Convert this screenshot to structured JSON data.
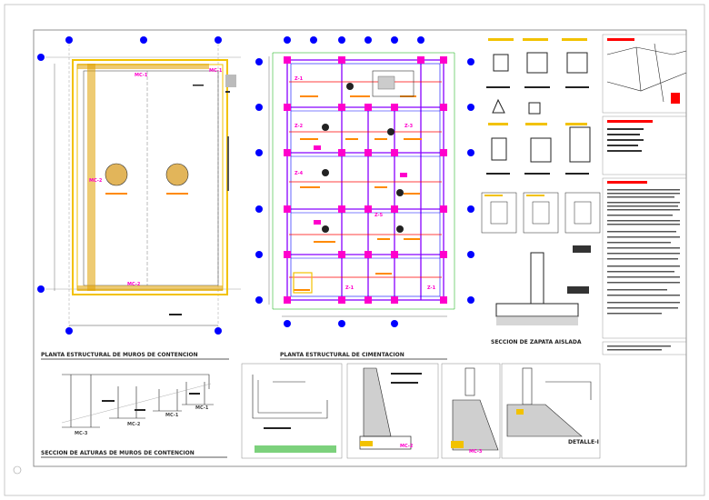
{
  "titles": {
    "plan_walls": "PLANTA ESTRUCTURAL DE MUROS DE CONTENCION",
    "plan_foundation": "PLANTA ESTRUCTURAL DE CIMENTACION",
    "wall_heights": "SECCION DE ALTURAS DE MUROS DE CONTENCION",
    "footing_section": "SECCION DE ZAPATA AISLADA",
    "detail": "DETALLE-I"
  },
  "wall_tags": {
    "mc1": "MC-1",
    "mc2": "MC-2",
    "mc3": "MC-3"
  },
  "zapata_tags": [
    "Z-1",
    "Z-2",
    "Z-3",
    "Z-4",
    "Z-5"
  ],
  "colors": {
    "sheet_border": "#888888",
    "wall_yellow": "#f2c200",
    "orange": "#ff8a00",
    "magenta": "#ff00cc",
    "blue": "#0000ff",
    "red": "#ff0000",
    "purple": "#8800ff",
    "green": "#00aa00",
    "black": "#000000"
  }
}
